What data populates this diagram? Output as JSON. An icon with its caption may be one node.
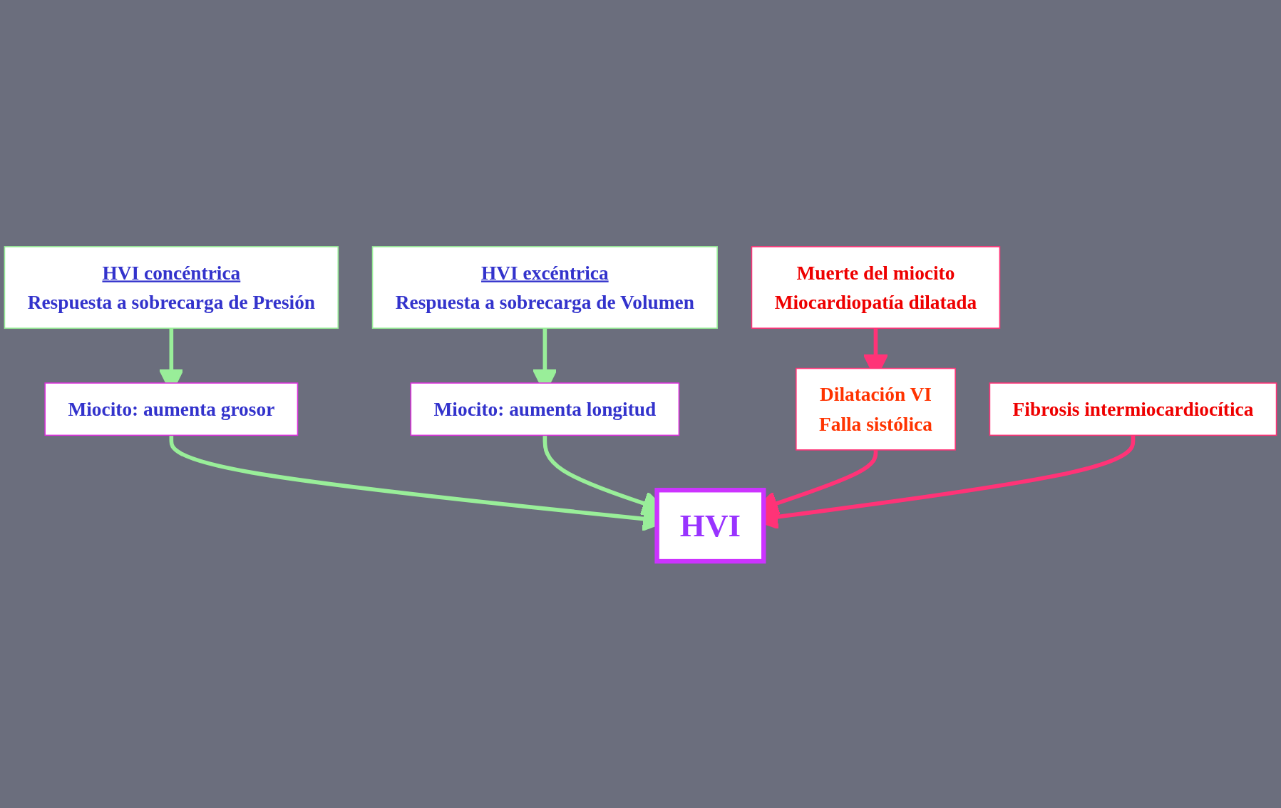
{
  "diagram": {
    "nodes": [
      {
        "text": [
          "HVI concéntrica",
          "Respuesta a sobrecarga de Presión"
        ]
      },
      {
        "text": [
          "HVI excéntrica",
          "Respuesta a sobrecarga de Volumen"
        ]
      },
      {
        "text": [
          "Miocito: aumenta grosor"
        ]
      },
      {
        "text": [
          "Miocito: aumenta longitud"
        ]
      },
      {
        "text": [
          "HVI"
        ]
      },
      {
        "text": [
          "Dilatación VI",
          "Falla sistólica"
        ]
      },
      {
        "text": [
          "Fibrosis intermiocardiocítica"
        ]
      },
      {
        "text": [
          "Muerte del miocito",
          "Miocardiopatía dilatada"
        ]
      }
    ],
    "edges": [
      {
        "from": 0,
        "to": 2,
        "arrow": "to"
      },
      {
        "from": 1,
        "to": 3,
        "arrow": "to"
      },
      {
        "from": 2,
        "to": 4,
        "arrow": "to"
      },
      {
        "from": 3,
        "to": 4,
        "arrow": "to"
      },
      {
        "from": 5,
        "to": 4,
        "arrow": "to",
        "color": "#ff3377"
      },
      {
        "from": 6,
        "to": 4,
        "arrow": "to",
        "color": "#ff3377"
      },
      {
        "from": 7,
        "to": 5,
        "arrow": "to",
        "color": "#ff3377"
      }
    ]
  }
}
